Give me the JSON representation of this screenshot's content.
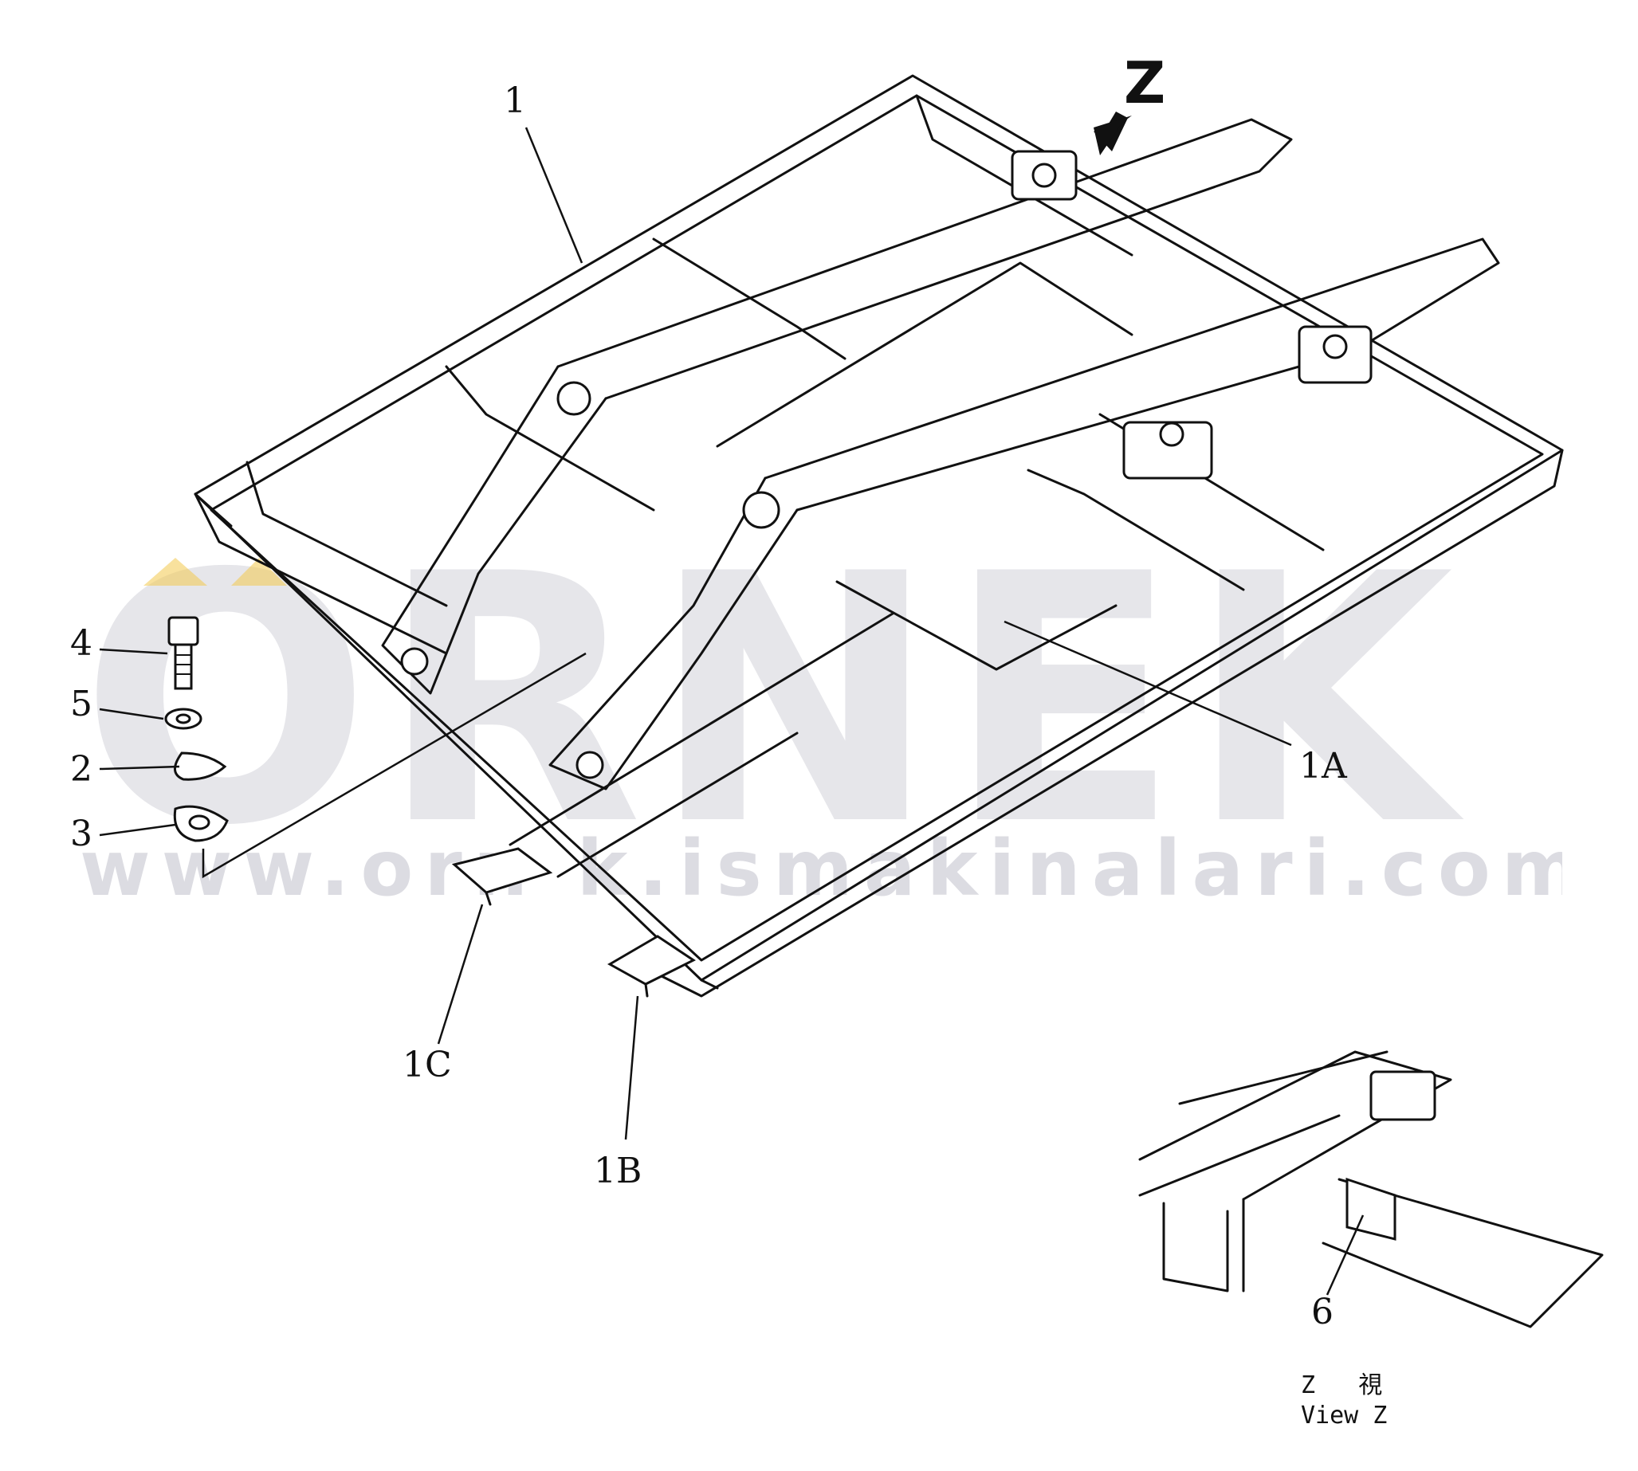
{
  "watermark": {
    "brand": "ÖRNEK",
    "url": "www.orn k.ismakinalari.com.tr",
    "accent_color": "#f2c94c"
  },
  "callouts": {
    "part_1": "1",
    "part_1a": "1A",
    "part_1b": "1B",
    "part_1c": "1C",
    "part_2": "2",
    "part_3": "3",
    "part_4": "4",
    "part_5": "5",
    "part_6": "6",
    "view_marker": "Z"
  },
  "detail_caption": {
    "line1": "Z   視",
    "line2": "View Z"
  }
}
